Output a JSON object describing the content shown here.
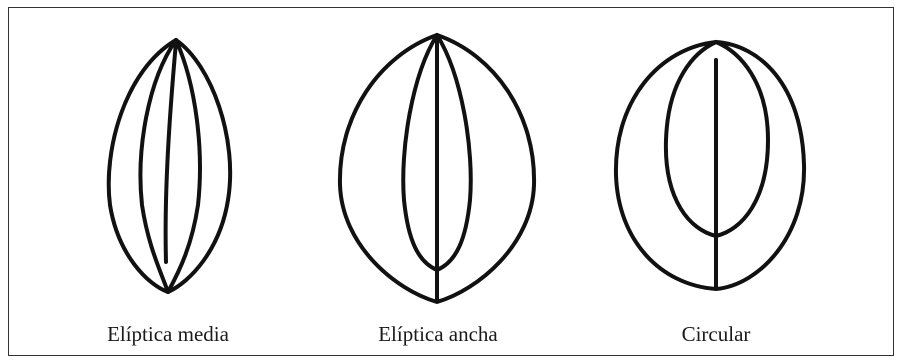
{
  "shapes": [
    {
      "caption": "Elíptica media"
    },
    {
      "caption": "Elíptica ancha"
    },
    {
      "caption": "Circular"
    }
  ],
  "colors": {
    "line": "#111111",
    "border": "#333333",
    "background": "#ffffff"
  }
}
